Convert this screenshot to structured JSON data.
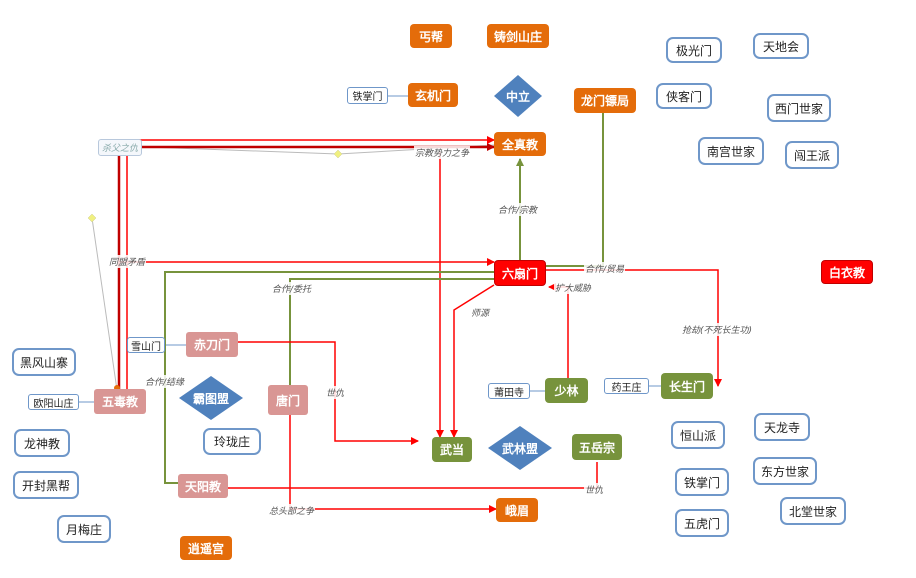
{
  "nodes": {
    "gaibang": "丐帮",
    "zhujian": "铸剑山庄",
    "jiguang": "极光门",
    "tiandihui": "天地会",
    "xiake": "侠客门",
    "ximen": "西门世家",
    "nangong": "南宫世家",
    "chuangwang": "闯王派",
    "tiezhang_small": "铁掌门",
    "xuanji": "玄机门",
    "zhongli": "中立",
    "longmen": "龙门镖局",
    "quanzhen": "全真教",
    "liushan": "六扇门",
    "baiyi": "白衣教",
    "tianshan_small": "雪山门",
    "chidao": "赤刀门",
    "heifeng": "黑风山寨",
    "ouyang_small": "欧阳山庄",
    "wudu": "五毒教",
    "batu": "霸图盟",
    "tangmen": "唐门",
    "linglong": "玲珑庄",
    "putian_small": "莆田寺",
    "shaolin": "少林",
    "yaowang_small": "药王庄",
    "changsheng": "长生门",
    "wudang": "武当",
    "wulin": "武林盟",
    "wuyue": "五岳宗",
    "hengshan": "恒山派",
    "tianlong": "天龙寺",
    "longshen": "龙神教",
    "kaifeng": "开封黑帮",
    "tianyang": "天阳教",
    "tiezhang": "铁掌门",
    "dongfang": "东方世家",
    "beitang": "北堂世家",
    "yuemei": "月梅庄",
    "emei": "峨眉",
    "wuhu": "五虎门",
    "xiaoyao": "逍遥宫",
    "shafu": "杀父之仇"
  },
  "edge_labels": {
    "zongjiao": "宗教势力之争",
    "hezuo_zongjiao": "合作/宗教",
    "tongmeng_maodun": "同盟矛盾",
    "hezuo_maoyi": "合作/贸易",
    "hezuo_yingtuo": "合作/委托",
    "shiyuan": "师源",
    "kuoda": "扩大威胁",
    "qiangjie": "抢劫(不死长生功)",
    "hezuo_jingji": "合作/结缘",
    "chouren1": "世仇",
    "chouren2": "世仇",
    "zongtou": "总头部之争"
  }
}
